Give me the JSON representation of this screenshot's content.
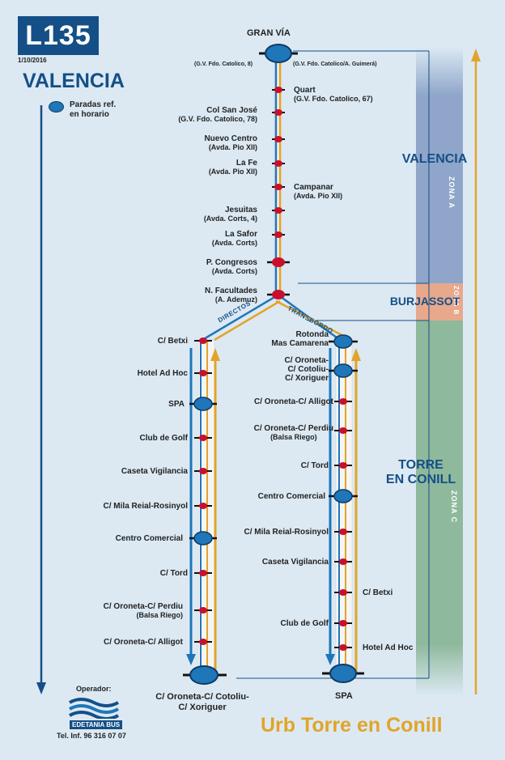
{
  "line": {
    "code": "L135",
    "date": "1/10/2016",
    "origin": "VALENCIA"
  },
  "legend": {
    "line1": "Paradas ref.",
    "line2": "en horario"
  },
  "zones": {
    "a_label": "ZONA A",
    "b_label": "ZONA B",
    "c_label": "ZONA C"
  },
  "cities": {
    "valencia": "VALENCIA",
    "burjassot": "BURJASSOT",
    "torre1": "TORRE",
    "torre2": "EN CONILL"
  },
  "colors": {
    "dark_blue": "#144f87",
    "blue": "#1f76b8",
    "orange": "#e1a42a",
    "red": "#c8102e",
    "zone_a": "#8fa6ca",
    "zone_b": "#e8a88c",
    "zone_c": "#8fb99c"
  },
  "trunk": {
    "start": {
      "name": "GRAN VÍA",
      "left_sub": "(G.V. Fdo. Catolico, 8)",
      "right_sub": "(G.V. Fdo. Catolico/A. Guimerá)"
    },
    "stops": [
      {
        "name": "Quart",
        "sub": "(G.V. Fdo. Catolico, 67)"
      },
      {
        "name": "Col San José",
        "sub": "(G.V. Fdo. Catolico, 78)"
      },
      {
        "name": "Nuevo Centro",
        "sub": "(Avda. Pio XII)"
      },
      {
        "name": "La Fe",
        "sub": "(Avda. Pio XII)"
      },
      {
        "name": "Campanar",
        "sub": "(Avda. Pio XII)"
      },
      {
        "name": "Jesuitas",
        "sub": "(Avda. Corts, 4)"
      },
      {
        "name": "La Safor",
        "sub": "(Avda. Corts)"
      },
      {
        "name": "P. Congresos",
        "sub": "(Avda. Corts)"
      },
      {
        "name": "N. Facultades",
        "sub": "(A. Ademuz)"
      }
    ]
  },
  "branches": {
    "left_label": "DIRECTOS",
    "right_label": "TRANSBORDO"
  },
  "left_branch": {
    "stops": [
      "C/ Betxi",
      "Hotel Ad Hoc",
      "SPA",
      "Club de Golf",
      "Caseta Vigilancia",
      "C/ Mila Reial-Rosinyol",
      "Centro Comercial",
      "C/ Tord",
      "C/ Oroneta-C/ Perdiu",
      "C/ Oroneta-C/ Alligot"
    ],
    "perdiu_sub": "(Balsa Riego)",
    "terminal1": "C/ Oroneta-C/ Cotoliu-",
    "terminal2": "C/ Xoriguer"
  },
  "right_branch": {
    "rotonda1": "Rotonda",
    "rotonda2": "Mas Camarena",
    "oroneta1": "C/ Oroneta-",
    "oroneta2": "C/ Cotoliu-",
    "oroneta3": "C/ Xoriguer",
    "stops": [
      "C/ Oroneta-C/ Alligot",
      "C/ Oroneta-C/ Perdiu",
      "C/ Tord",
      "Centro Comercial",
      "C/ Mila Reial-Rosinyol",
      "Caseta Vigilancia",
      "C/ Betxi",
      "Club de Golf",
      "Hotel Ad Hoc"
    ],
    "perdiu_sub": "(Balsa Riego)",
    "terminal": "SPA"
  },
  "destination": "Urb Torre en Conill",
  "operator": {
    "label": "Operador:",
    "name": "EDETANIA BUS",
    "phone": "Tel. Inf. 96 316 07 07"
  }
}
